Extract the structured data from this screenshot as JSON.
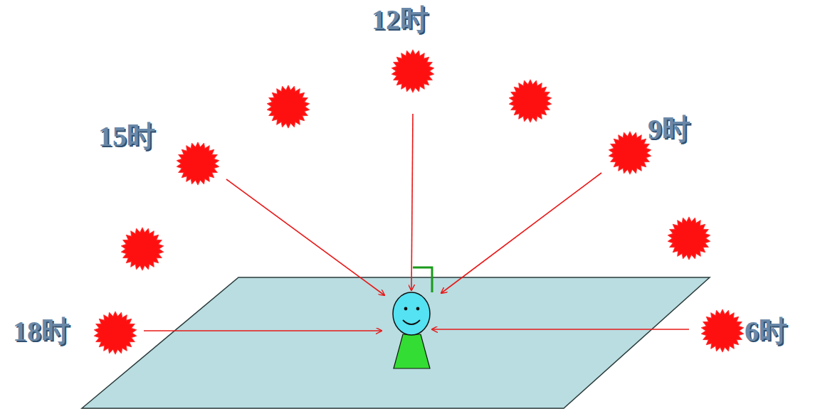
{
  "diagram": {
    "labels": [
      "12时",
      "15时",
      "9时",
      "18时",
      "6时"
    ]
  }
}
